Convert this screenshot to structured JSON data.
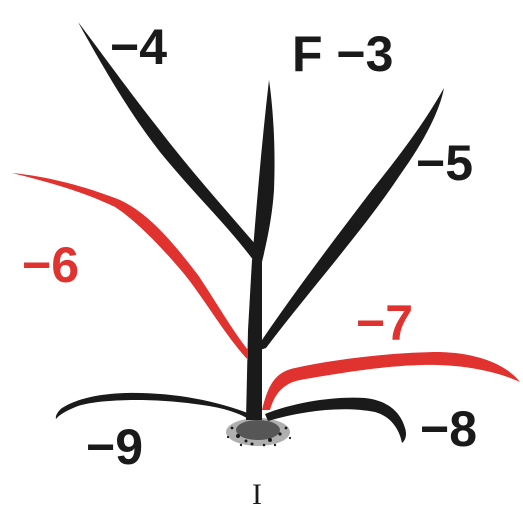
{
  "colors": {
    "background": "#ffffff",
    "black_leaf": "#1a1a1a",
    "red_leaf": "#e0322f"
  },
  "diagram": {
    "labels": {
      "leaf_4": "−4",
      "leaf_F3": "F −3",
      "leaf_5": "−5",
      "leaf_6": "−6",
      "leaf_7": "−7",
      "leaf_8": "−8",
      "leaf_9": "−9",
      "figure": "I"
    }
  }
}
